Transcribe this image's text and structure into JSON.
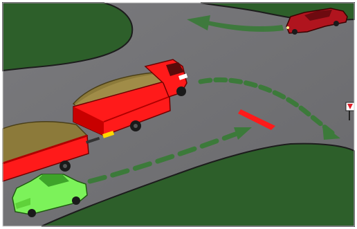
{
  "illustration": {
    "subject": "traffic-intersection",
    "colors": {
      "road": "#727275",
      "road_edge": "#2a2a2a",
      "grass": "#2d5f2a",
      "grass_light": "#3f7a38",
      "truck_body": "#ff1a1a",
      "truck_dark": "#b00000",
      "cargo": "#8c7a3a",
      "cargo_dark": "#5e5225",
      "small_car": "#7cf25a",
      "small_car_dark": "#3ea32a",
      "oncoming_car": "#b0141e",
      "arrow": "#3c7a3a",
      "stop_line": "#ff1a1a",
      "sign_red": "#e0202a"
    },
    "icons": [
      "truck-with-trailer",
      "small-car",
      "oncoming-car",
      "road-sign",
      "direction-arrow"
    ]
  }
}
